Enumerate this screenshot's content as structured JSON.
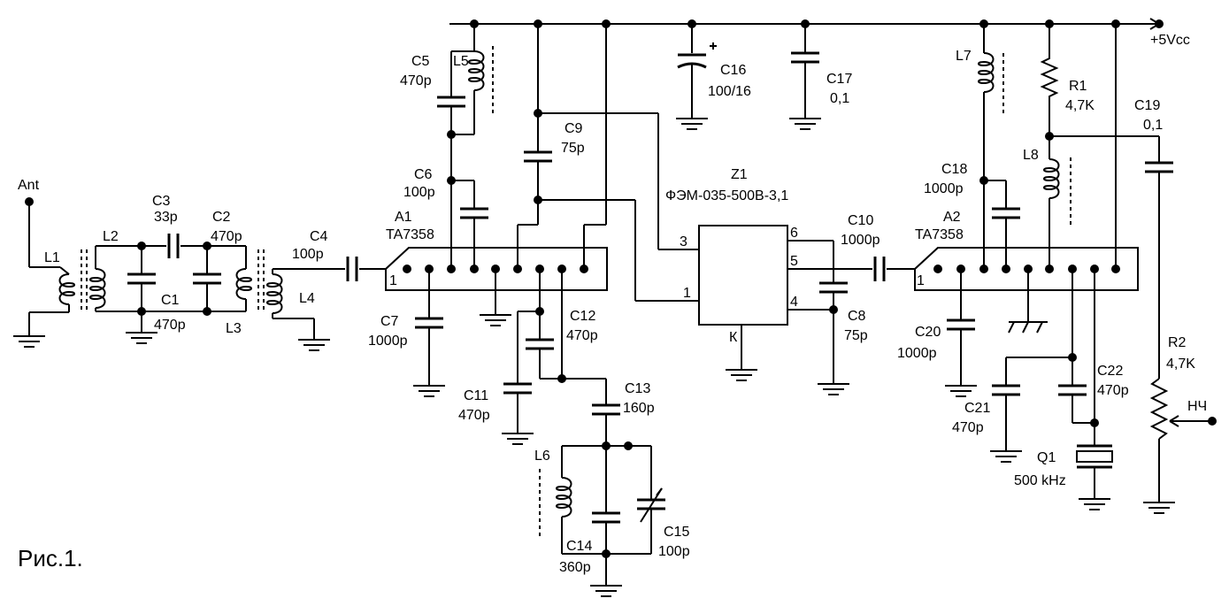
{
  "figure": {
    "caption": "Рис.1."
  },
  "supply": {
    "label": "+5Vcc"
  },
  "antenna": {
    "label": "Ant"
  },
  "audio_out": {
    "label": "НЧ"
  },
  "chips": {
    "a1": {
      "ref": "A1",
      "part": "TA7358",
      "pin1": "1"
    },
    "a2": {
      "ref": "A2",
      "part": "TA7358",
      "pin1": "1"
    },
    "z1": {
      "ref": "Z1",
      "part": "ФЭМ-035-500В-3,1",
      "pin_3": "3",
      "pin_1": "1",
      "pin_6": "6",
      "pin_5": "5",
      "pin_4": "4",
      "pin_k": "К"
    }
  },
  "components": {
    "c1": {
      "ref": "C1",
      "value": "470p"
    },
    "c2": {
      "ref": "C2",
      "value": "470p"
    },
    "c3": {
      "ref": "C3",
      "value": "33p"
    },
    "c4": {
      "ref": "C4",
      "value": "100p"
    },
    "c5": {
      "ref": "C5",
      "value": "470p"
    },
    "c6": {
      "ref": "C6",
      "value": "100p"
    },
    "c7": {
      "ref": "C7",
      "value": "1000p"
    },
    "c8": {
      "ref": "C8",
      "value": "75p"
    },
    "c9": {
      "ref": "C9",
      "value": "75p"
    },
    "c10": {
      "ref": "C10",
      "value": "1000p"
    },
    "c11": {
      "ref": "C11",
      "value": "470p"
    },
    "c12": {
      "ref": "C12",
      "value": "470p"
    },
    "c13": {
      "ref": "C13",
      "value": "160p"
    },
    "c14": {
      "ref": "C14",
      "value": "360p"
    },
    "c15": {
      "ref": "C15",
      "value": "100p"
    },
    "c16": {
      "ref": "C16",
      "value": "100/16"
    },
    "c17": {
      "ref": "C17",
      "value": "0,1"
    },
    "c18": {
      "ref": "C18",
      "value": "1000p"
    },
    "c19": {
      "ref": "C19",
      "value": "0,1"
    },
    "c20": {
      "ref": "C20",
      "value": "1000p"
    },
    "c21": {
      "ref": "C21",
      "value": "470p"
    },
    "c22": {
      "ref": "C22",
      "value": "470p"
    },
    "r1": {
      "ref": "R1",
      "value": "4,7K"
    },
    "r2": {
      "ref": "R2",
      "value": "4,7K"
    },
    "q1": {
      "ref": "Q1",
      "value": "500 kHz"
    },
    "l1": {
      "ref": "L1"
    },
    "l2": {
      "ref": "L2"
    },
    "l3": {
      "ref": "L3"
    },
    "l4": {
      "ref": "L4"
    },
    "l5": {
      "ref": "L5"
    },
    "l6": {
      "ref": "L6"
    },
    "l7": {
      "ref": "L7"
    },
    "l8": {
      "ref": "L8"
    }
  },
  "icons": {
    "capacitor": "capacitor-icon",
    "electrolytic": "electrolytic-capacitor-icon",
    "trimmer": "trimmer-capacitor-icon",
    "inductor": "inductor-icon",
    "transformer": "transformer-icon",
    "resistor": "resistor-icon",
    "potentiometer": "potentiometer-icon",
    "crystal": "crystal-icon",
    "ground": "ground-icon",
    "junction": "junction-dot-icon",
    "antenna": "antenna-icon",
    "ic": "ic-icon",
    "filter": "filter-icon"
  }
}
